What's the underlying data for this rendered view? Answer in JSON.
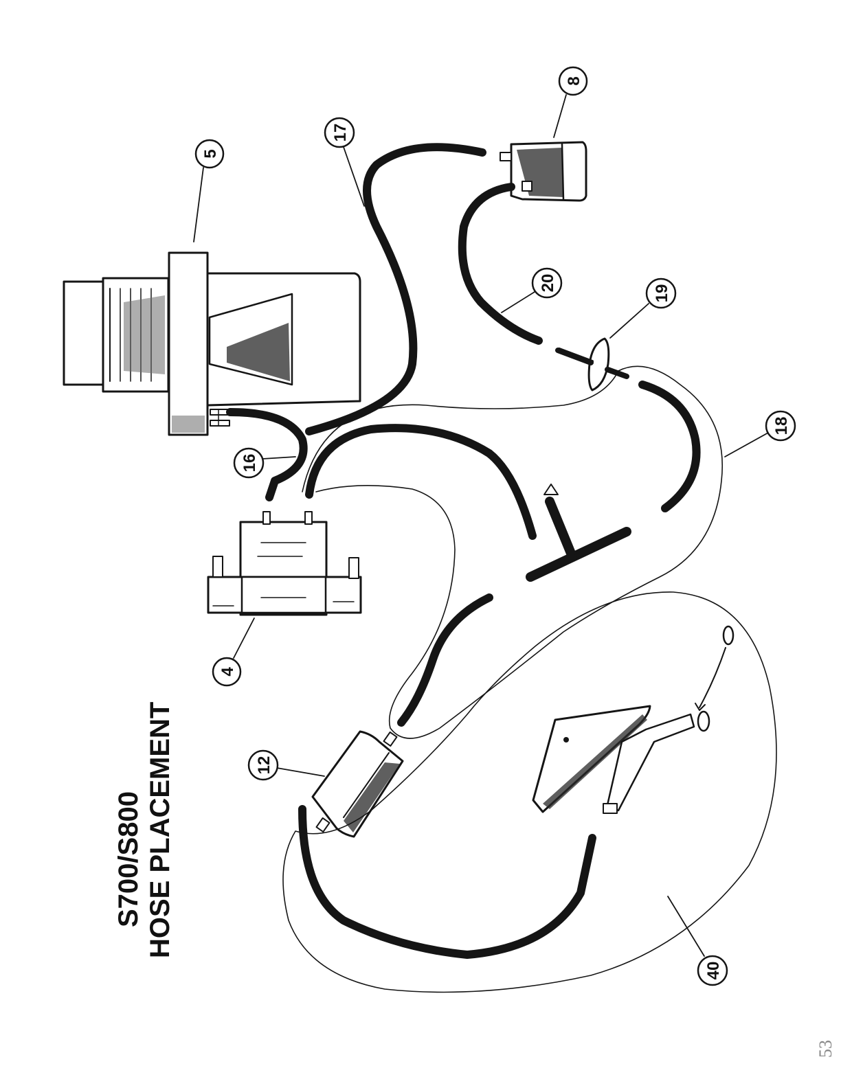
{
  "title": {
    "line1": "S700/S800",
    "line2": "HOSE PLACEMENT"
  },
  "callouts": [
    {
      "id": "4",
      "label": "4"
    },
    {
      "id": "5",
      "label": "5"
    },
    {
      "id": "8",
      "label": "8"
    },
    {
      "id": "12",
      "label": "12"
    },
    {
      "id": "16",
      "label": "16"
    },
    {
      "id": "17",
      "label": "17"
    },
    {
      "id": "18",
      "label": "18"
    },
    {
      "id": "19",
      "label": "19"
    },
    {
      "id": "20",
      "label": "20"
    },
    {
      "id": "40",
      "label": "40"
    }
  ],
  "page_mark": "53",
  "colors": {
    "ink": "#151515",
    "paper": "#ffffff"
  }
}
